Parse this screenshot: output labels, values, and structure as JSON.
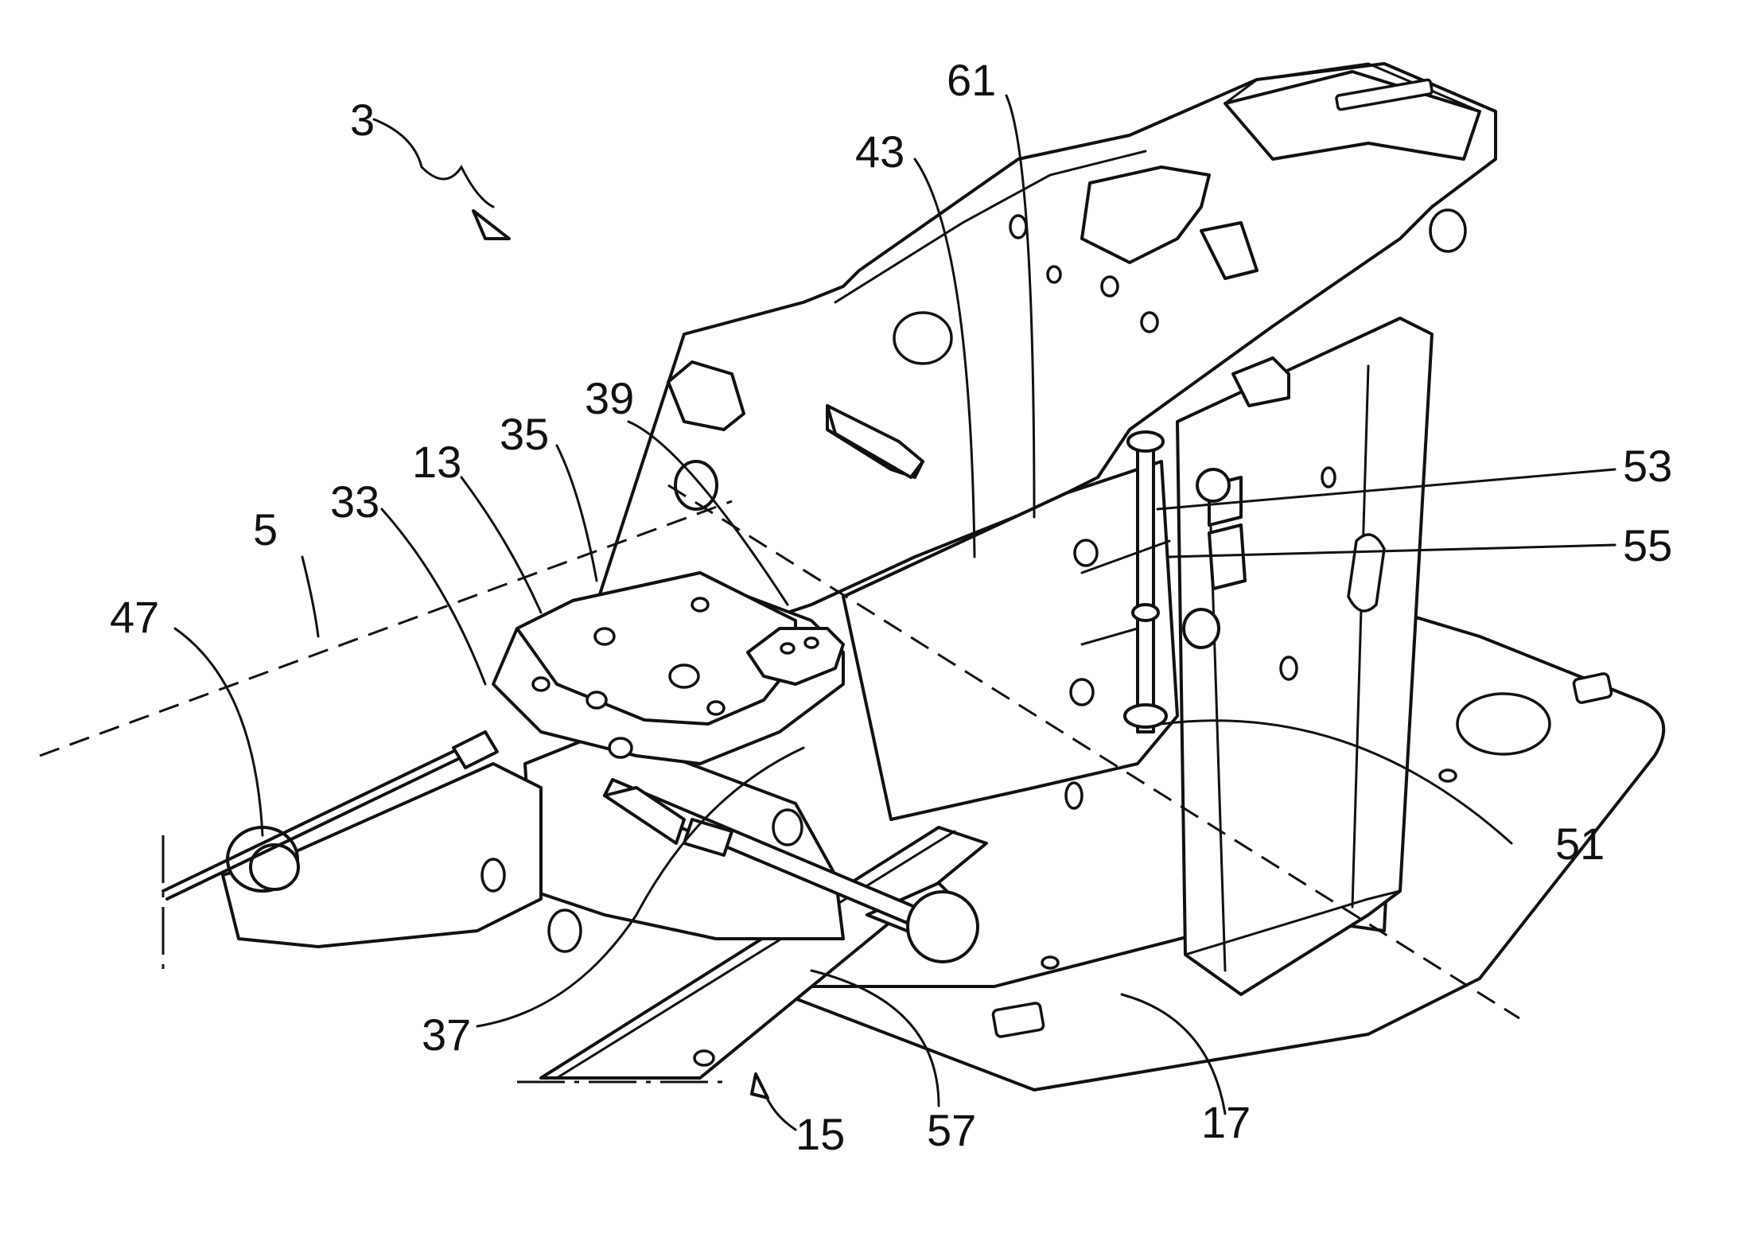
{
  "figure": {
    "reference_numerals": {
      "n3": "3",
      "n5": "5",
      "n13": "13",
      "n15": "15",
      "n17": "17",
      "n33": "33",
      "n35": "35",
      "n37": "37",
      "n39": "39",
      "n43": "43",
      "n47": "47",
      "n51": "51",
      "n53": "53",
      "n55": "55",
      "n57": "57",
      "n61": "61"
    }
  }
}
